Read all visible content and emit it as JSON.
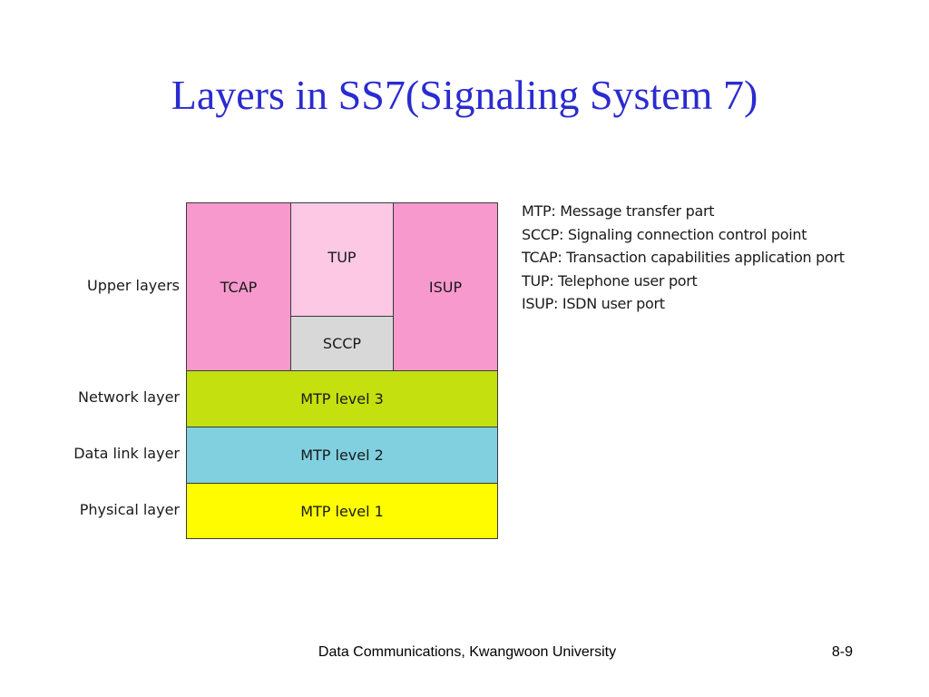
{
  "slide": {
    "title": "Layers in SS7(Signaling System 7)",
    "title_color": "#2b2bd0"
  },
  "layer_labels": [
    "Upper layers",
    "Network layer",
    "Data link layer",
    "Physical layer"
  ],
  "blocks": {
    "tcap": "TCAP",
    "tup": "TUP",
    "sccp": "SCCP",
    "isup": "ISUP",
    "mtp3": "MTP level 3",
    "mtp2": "MTP level 2",
    "mtp1": "MTP level 1"
  },
  "colors": {
    "upper_pink": "#f799cd",
    "tup_light_pink": "#fcc8e4",
    "sccp_gray": "#d8d8d8",
    "mtp3_green": "#c4e00e",
    "mtp2_blue": "#80d0e0",
    "mtp1_yellow": "#fffc00"
  },
  "legend": [
    "MTP: Message transfer part",
    "SCCP: Signaling connection control point",
    "TCAP: Transaction capabilities application port",
    "TUP: Telephone user port",
    "ISUP: ISDN user port"
  ],
  "footer": {
    "center": "Data Communications, Kwangwoon University",
    "page": "8-9"
  }
}
